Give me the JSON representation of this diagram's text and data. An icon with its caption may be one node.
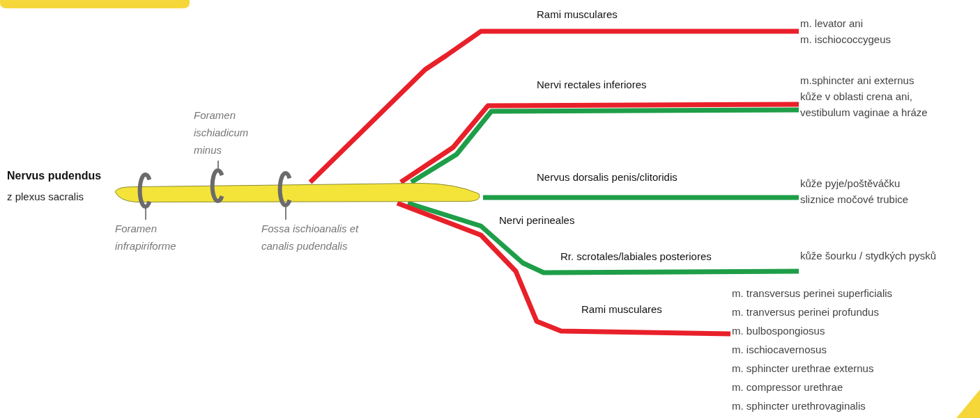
{
  "diagram": {
    "nodes": [
      {
        "text": [
          "Nervus pudendus"
        ],
        "beside": [
          "z plexus sacralis"
        ]
      },
      {
        "text": [],
        "shape": "bar"
      },
      {
        "text": [
          "m. levator ani",
          "m. ischiococcygeus"
        ]
      },
      {
        "text": [
          "m.sphincter ani externus",
          "kůže v oblasti crena ani, vestibulum vaginae a hráze"
        ]
      },
      {
        "text": [
          "kůže pyje/poštěváčku",
          "sliznice močové trubice"
        ]
      },
      {
        "text": [
          "kůže šourku / stydkých pysků"
        ]
      },
      {
        "text": [
          "m. transversus perinei superficialis",
          "m. tranversus perinei profundus",
          "m. bulbospongiosus",
          "m. ischiocavernosus",
          "m. sphincter urethrae externus",
          "m. compressor urethrae",
          "m. sphincter urethrovaginalis"
        ]
      },
      {
        "text": [],
        "shape": "ring"
      },
      {
        "text": [],
        "shape": "ring"
      },
      {
        "text": [],
        "shape": "ring"
      },
      {
        "text": [
          "Foramen infrapiriforme"
        ]
      },
      {
        "text": [
          "Foramen ischiadicum minus"
        ]
      },
      {
        "text": [
          "Fossa ischioanalis et canalis pudendalis"
        ]
      }
    ],
    "edges": [
      {
        "from": 1,
        "to": 2,
        "arrow": "none",
        "label": "Rami musculares",
        "color": "#e8202a"
      },
      {
        "from": 1,
        "to": 3,
        "arrow": "none",
        "label": "Nervi rectales inferiores",
        "color": "#e8202a"
      },
      {
        "from": 1,
        "to": 3,
        "arrow": "none",
        "color": "#1e9e48"
      },
      {
        "from": 1,
        "to": 4,
        "arrow": "none",
        "label": "Nervus dorsalis penis/clitoridis",
        "color": "#1e9e48"
      },
      {
        "from": 1,
        "to": 5,
        "arrow": "none",
        "label": "Rr. scrotales/labiales posteriores",
        "color": "#1e9e48"
      },
      {
        "from": 1,
        "to": 6,
        "arrow": "none",
        "label": "Rami musculares",
        "color": "#e8202a"
      },
      {
        "from": 10,
        "to": 7,
        "arrow": "none",
        "color": "#555555"
      },
      {
        "from": 11,
        "to": 8,
        "arrow": "none",
        "color": "#555555"
      },
      {
        "from": 12,
        "to": 9,
        "arrow": "none",
        "color": "#555555"
      }
    ],
    "labels": [
      "Nervi perineales"
    ]
  }
}
